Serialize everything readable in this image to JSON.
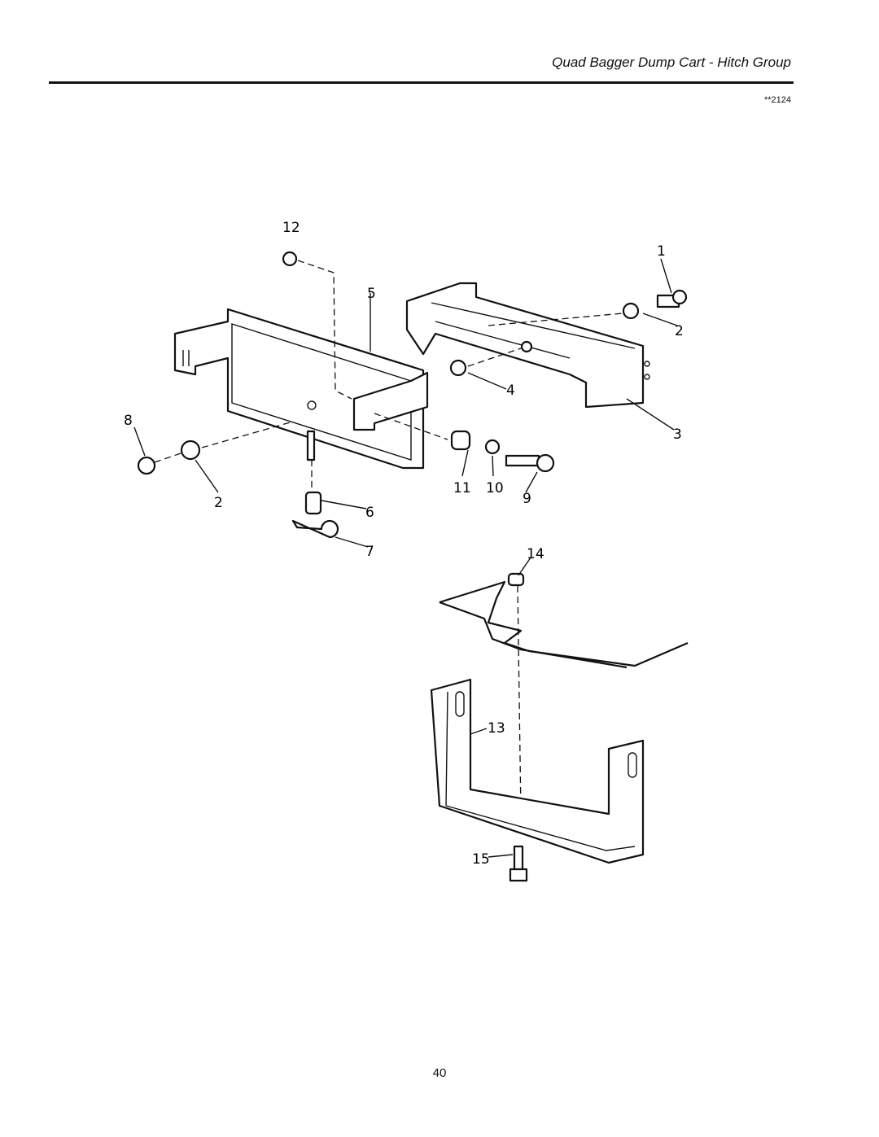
{
  "header": {
    "title": "Quad Bagger Dump Cart - Hitch Group",
    "code": "**2124"
  },
  "callouts": {
    "c1": "1",
    "c2a": "2",
    "c2b": "2",
    "c3": "3",
    "c4": "4",
    "c5": "5",
    "c6": "6",
    "c7": "7",
    "c8": "8",
    "c9": "9",
    "c10": "10",
    "c11": "11",
    "c12": "12",
    "c13": "13",
    "c14": "14",
    "c15": "15"
  },
  "page_number": "40"
}
